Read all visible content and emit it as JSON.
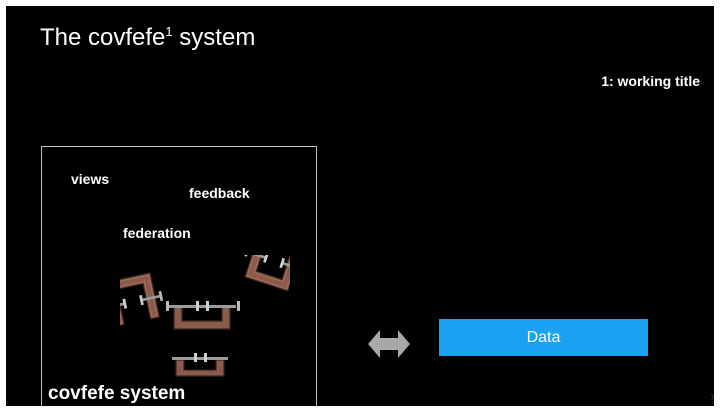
{
  "slide": {
    "title_main": "The covfefe",
    "title_sup": "1",
    "title_end": " system",
    "footnote": "1: working title",
    "page_number": "7"
  },
  "system_box": {
    "words": [
      "views",
      "feedback",
      "federation"
    ],
    "label": "covfefe system",
    "image": "clamps-illustration"
  },
  "arrow_icon": "double-arrow-icon",
  "data_button": {
    "label": "Data",
    "color": "#1ba1f2"
  },
  "colors": {
    "background": "#000000",
    "text": "#ffffff",
    "box_border": "#bfbfbf",
    "clamp_wood": "#8b5a4a",
    "arrow": "#a9a9a9"
  }
}
